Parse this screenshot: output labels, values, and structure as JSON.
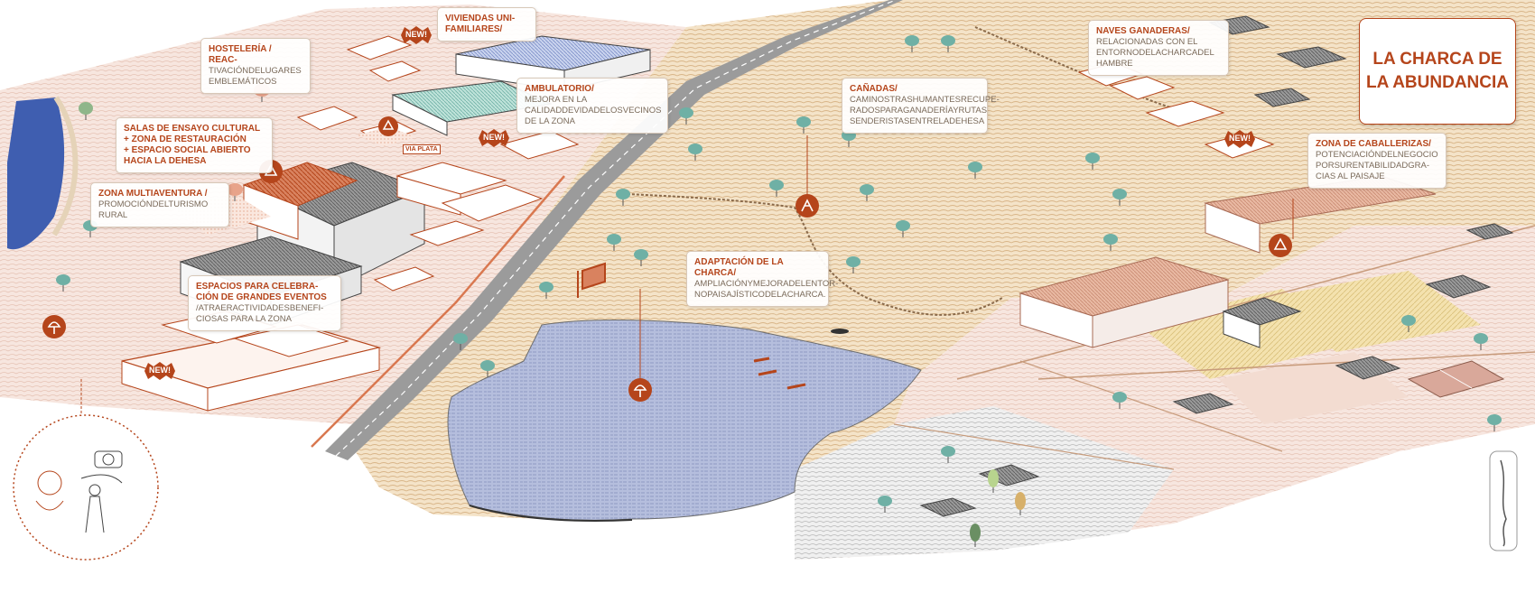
{
  "title": {
    "line1": "LA CHARCA DE",
    "line2": "LA ABUNDANCIA"
  },
  "labels": [
    {
      "id": "hosteleria",
      "title": [
        "HOSTELERÍA / REAC-"
      ],
      "subtitle": [
        "TIVACIÓNDELUGARES",
        "EMBLEMÁTICOS"
      ]
    },
    {
      "id": "viviendas",
      "title": [
        "VIVIENDAS UNI-",
        "FAMILIARES/"
      ],
      "subtitle": []
    },
    {
      "id": "salas",
      "title": [
        "SALAS DE ENSAYO CULTURAL",
        "+ ZONA DE RESTAURACIÓN",
        "+ ESPACIO SOCIAL ABIERTO",
        "HACIA LA DEHESA"
      ],
      "subtitle": []
    },
    {
      "id": "ambulatorio",
      "title": [
        "AMBULATORIO/"
      ],
      "subtitle": [
        "MEJORA EN LA",
        "CALIDADDEVIDADELOSVECINOS",
        "DE LA ZONA"
      ]
    },
    {
      "id": "multiaventura",
      "title": [
        "ZONA MULTIAVENTURA /"
      ],
      "subtitle": [
        "PROMOCIÓNDELTURISMO",
        "RURAL"
      ]
    },
    {
      "id": "espacios",
      "title": [
        "ESPACIOS PARA CELEBRA-",
        "CIÓN DE GRANDES EVENTOS"
      ],
      "subtitle": [
        "/ATRAERACTIVIDADESBENEFI-",
        "CIOSAS PARA LA ZONA"
      ]
    },
    {
      "id": "canadas",
      "title": [
        "CAÑADAS/"
      ],
      "subtitle": [
        "CAMINOSTRASHUMANTESRECUPE-",
        "RADOSPARAGANADERÍAYRUTAS",
        "SENDERISTASENTRELADEHESA"
      ]
    },
    {
      "id": "charca",
      "title": [
        "ADAPTACIÓN DE LA CHARCA/"
      ],
      "subtitle": [
        "AMPLIACIÓNYMEJORADELENTOR-",
        "NOPAISAJÍSTICODELACHARCA."
      ]
    },
    {
      "id": "naves",
      "title": [
        "NAVES GANADERAS/"
      ],
      "subtitle": [
        "RELACIONADAS CON EL",
        "ENTORNODELACHARCADEL",
        "HAMBRE"
      ]
    },
    {
      "id": "caballerizas",
      "title": [
        "ZONA DE CABALLERIZAS/"
      ],
      "subtitle": [
        "POTENCIACIÓNDELNEGOCIO",
        "PORSURENTABILIDADGRA-",
        "CIAS AL PAISAJE"
      ]
    }
  ],
  "new_badges": [
    "NEW!",
    "NEW!",
    "NEW!",
    "NEW!"
  ],
  "signs": [
    "VIA PLATA"
  ],
  "colors": {
    "accent": "#b5451b",
    "water": "#a9b4d6",
    "river": "#3f5eb0",
    "land": "#ecd1a8",
    "tree": "#6fb0a5"
  },
  "icons": [
    "recycle-icon",
    "tree-icon",
    "adventure-icon",
    "binoculars-icon",
    "compass-icon"
  ]
}
